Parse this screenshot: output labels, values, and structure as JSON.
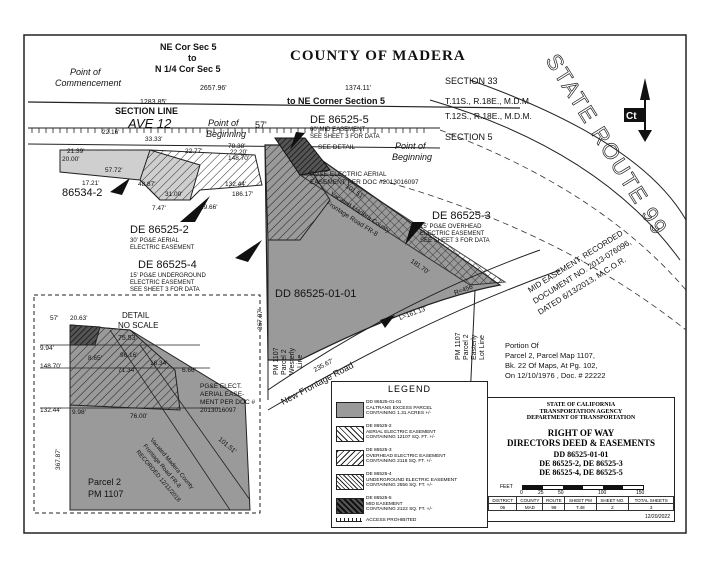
{
  "header": {
    "county_title": "COUNTY OF MADERA",
    "ne_cor_line1": "NE Cor Sec 5",
    "ne_cor_line2": "to",
    "ne_cor_line3": "N 1/4 Cor Sec 5",
    "point_of_commencement_1": "Point of",
    "point_of_commencement_2": "Commencement",
    "dist_2657": "2657.96'",
    "dist_1374": "1374.11'",
    "to_ne_corner": "to NE Corner Section 5",
    "dist_1283": "1283.85'",
    "section_33": "SECTION 33",
    "township_1": "T.11S., R.18E., M.D.M.",
    "township_2": "T.12S., R.18E., M.D.M.",
    "section_5": "SECTION 5",
    "state_route": "STATE ROUTE 99",
    "section_line": "SECTION LINE",
    "ave_12": "AVE 12",
    "pob1_1": "Point of",
    "pob1_2": "Beginning",
    "pob2_1": "Point of",
    "pob2_2": "Beginning",
    "dist_57": "57'"
  },
  "callouts": {
    "de5_id": "DE 86525-5",
    "de5_desc1": "60' MID EASEMENT",
    "de5_desc2": "SEE SHEET 3 FOR DATA",
    "see_detail": "SEE DETAIL",
    "pge_aerial1": "PG&E ELECTRIC AERIAL",
    "pge_aerial2": "EASEMENT PER DOC #2013016097",
    "de3_id": "DE 86525-3",
    "de3_desc1": "15' PG&E OVERHEAD",
    "de3_desc2": "ELECTRIC EASEMENT",
    "de3_desc3": "SEE SHEET 3 FOR DATA",
    "p86534": "86534-2",
    "de2_id": "DE 86525-2",
    "de2_desc1": "30' PG&E AERIAL",
    "de2_desc2": "ELECTRIC EASEMENT",
    "de4_id": "DE 86525-4",
    "de4_desc1": "15' PG&E UNDERGROUND",
    "de4_desc2": "ELECTRIC EASEMENT",
    "de4_desc3": "SEE SHEET 3 FOR DATA",
    "dd_main": "DD 86525-01-01",
    "vacated_1": "Vacated Madera County",
    "vacated_2": "Frontage Road FR-8",
    "mid_easement_1": "MID EASEMENT, RECORDED",
    "mid_easement_2": "DOCUMENT NO. 2013-076096,",
    "mid_easement_3": "DATED 6/13/2013, M.C.O.R.",
    "pm1107_1": "PM 1107",
    "pm1107_2": "Parcel 2",
    "pm1107_3": "Westerly",
    "pm1107_4": "Line",
    "pm1107e_1": "PM 1107",
    "pm1107e_2": "Parcel 2",
    "pm1107e_3": "Easterly",
    "pm1107e_4": "Lot Line",
    "new_frontage": "New Frontage Road",
    "portion_1": "Portion Of",
    "portion_2": "Parcel 2, Parcel Map 1107,",
    "portion_3": "Bk. 22 Of Maps, At Pg. 102,",
    "portion_4": "On 12/10/1976 , Doc. # 22222",
    "curve_l": "L=161.13'",
    "curve_r": "R=456'",
    "dist_367": "367.87'",
    "dist_235": "235.67'",
    "dist_181": "181.70'",
    "dist_101": "101.51'"
  },
  "bearings": {
    "b2220": "22.20'",
    "b2216": "22.16'",
    "b3333": "33.33'",
    "b2000": "20.00'",
    "b5772": "57.72'",
    "b2177": "22.77'",
    "b1721": "17.21'",
    "b4887": "48.87'",
    "b7838": "78.38'",
    "b14870": "148.70'",
    "b13244": "132.44'",
    "b18617": "186.17'",
    "b3100": "31.00'",
    "b1966": "19.66'",
    "b747": "7.47'",
    "b2139": "21.39'"
  },
  "detail": {
    "title": "DETAIL",
    "scale": "NO SCALE",
    "d57": "57'",
    "d2063": "20.63'",
    "d7553": "75.53'",
    "d994": "9.94'",
    "d865": "8.65'",
    "d9616": "96.16'",
    "d1634": "16.34'",
    "d14870": "148.70'",
    "d7134": "71.34'",
    "d666": "6.66'",
    "d13244": "132.44'",
    "d998": "9.98'",
    "d7600": "76.00'",
    "d10151": "101.51'",
    "d36787": "367.87'",
    "pge1": "PG&E ELECT.",
    "pge2": "AERIAL EASE-",
    "pge3": "MENT PER DOC #",
    "pge4": "2013016097",
    "vac1": "Vacated Madera County",
    "vac2": "Frontage Road FR-8",
    "vac3": "RECORDED 12/11/2018",
    "parcel": "Parcel 2",
    "pm": "PM 1107"
  },
  "legend": {
    "title": "LEGEND",
    "items": [
      {
        "line1": "DD 86525-01-01",
        "line2": "CALTRANS EXCESS PARCEL",
        "line3": "CONTAINING 1.31 Acres +/-"
      },
      {
        "line1": "DE 86525-2",
        "line2": "AERIAL ELECTRIC EASEMENT",
        "line3": "CONTAINING 12107 SQ. FT. +/-"
      },
      {
        "line1": "DE 86525-3",
        "line2": "OVERHEAD ELECTRIC EASEMENT",
        "line3": "CONTAINING 2118 SQ. FT. +/-"
      },
      {
        "line1": "DE 86525-4",
        "line2": "UNDERGROUND ELECTRIC EASEMENT",
        "line3": "CONTAINING 2556 SQ. FT. +/-"
      },
      {
        "line1": "DE 86525-5",
        "line2": "MID EASEMENT",
        "line3": "CONTAINING 2122 SQ. FT. +/-"
      }
    ],
    "access": "ACCESS PROHIBITED"
  },
  "title_block": {
    "agency1": "STATE OF CALIFORNIA",
    "agency2": "TRANSPORTATION AGENCY",
    "agency3": "DEPARTMENT OF TRANSPORTATION",
    "head1": "RIGHT OF WAY",
    "head2": "DIRECTORS DEED & EASEMENTS",
    "parcel1": "DD 86525-01-01",
    "parcel2": "DE 86525-2, DE 86525-3",
    "parcel3": "DE 86525-4, DE 86525-5",
    "scale_label": "FEET",
    "scale_ticks": [
      "0",
      "25",
      "50",
      "100",
      "150"
    ],
    "table_headers": [
      "DISTRICT",
      "COUNTY",
      "ROUTE",
      "SHEET PM",
      "SHEET NO.",
      "TOTAL SHEETS"
    ],
    "table_values": [
      "06",
      "MAD",
      "99",
      "T.48",
      "2",
      "3"
    ],
    "date": "12/20/2022"
  },
  "colors": {
    "parcel_gray": "#9a9a9a",
    "line": "#222222"
  }
}
